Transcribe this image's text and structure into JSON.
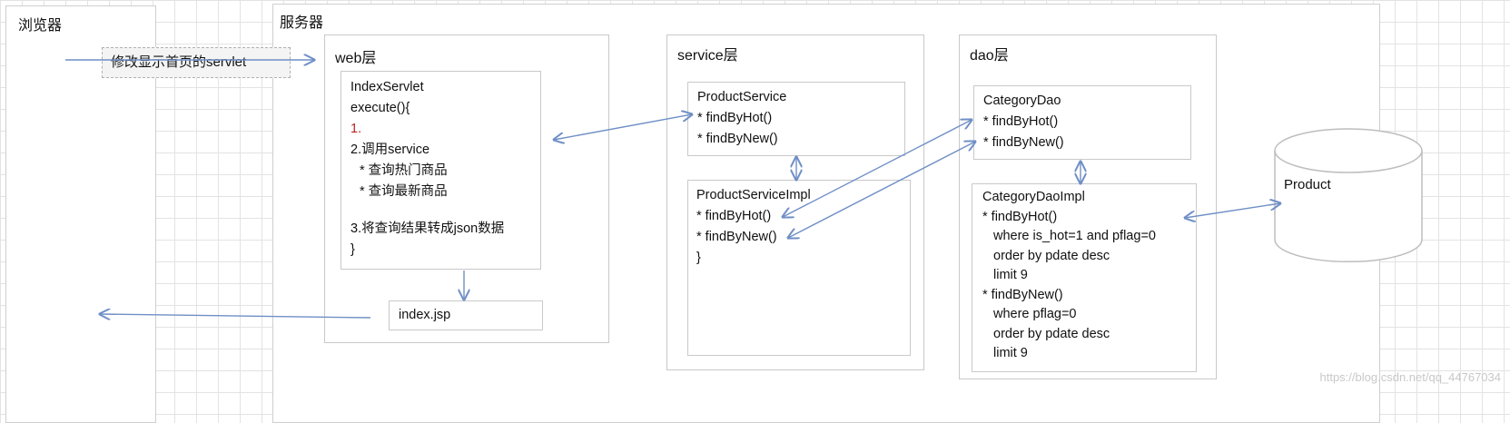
{
  "browser": {
    "title": "浏览器"
  },
  "server": {
    "title": "服务器"
  },
  "request_label": "修改显示首页的servlet",
  "web": {
    "title": "web层",
    "servlet": [
      "IndexServlet",
      "execute(){",
      "1.",
      "2.调用service",
      "  * 查询热门商品",
      "  * 查询最新商品",
      "",
      "3.将查询结果转成json数据",
      "}"
    ],
    "jsp": "index.jsp"
  },
  "service": {
    "title": "service层",
    "interface": [
      "ProductService",
      "* findByHot()",
      "* findByNew()"
    ],
    "impl": [
      "ProductServiceImpl",
      "* findByHot()",
      "* findByNew()",
      "}"
    ]
  },
  "dao": {
    "title": "dao层",
    "interface": [
      "CategoryDao",
      "* findByHot()",
      "* findByNew()"
    ],
    "impl": [
      "CategoryDaoImpl",
      "* findByHot()",
      "   where is_hot=1 and pflag=0",
      "   order by pdate desc",
      "   limit 9",
      "* findByNew()",
      "   where pflag=0",
      "   order by pdate desc",
      "   limit 9"
    ]
  },
  "db": {
    "label": "Product"
  },
  "watermark": "https://blog.csdn.net/qq_44767034",
  "colors": {
    "arrow": "#6f8fc6",
    "border": "#c9c9c9"
  }
}
